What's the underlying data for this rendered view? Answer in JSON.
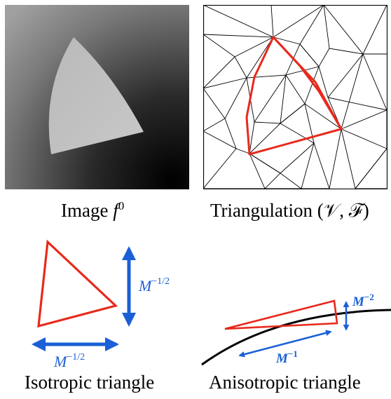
{
  "captions": {
    "image": {
      "text": "Image ",
      "var": "f",
      "sup": "0"
    },
    "triangulation": {
      "text": "Triangulation (",
      "v": "𝒱",
      "sep": ", ",
      "f": "ℱ",
      "close": ")"
    },
    "isotropic": "Isotropic triangle",
    "anisotropic": "Anisotropic triangle"
  },
  "iso": {
    "vertical_label": "M",
    "vertical_exp": "−1/2",
    "horizontal_label": "M",
    "horizontal_exp": "−1/2"
  },
  "aniso": {
    "short_label": "M",
    "short_exp": "−2",
    "long_label": "M",
    "long_exp": "−1"
  },
  "colors": {
    "triangle": "#e8291c",
    "arrow": "#1a5fd6",
    "mesh": "#000000"
  }
}
